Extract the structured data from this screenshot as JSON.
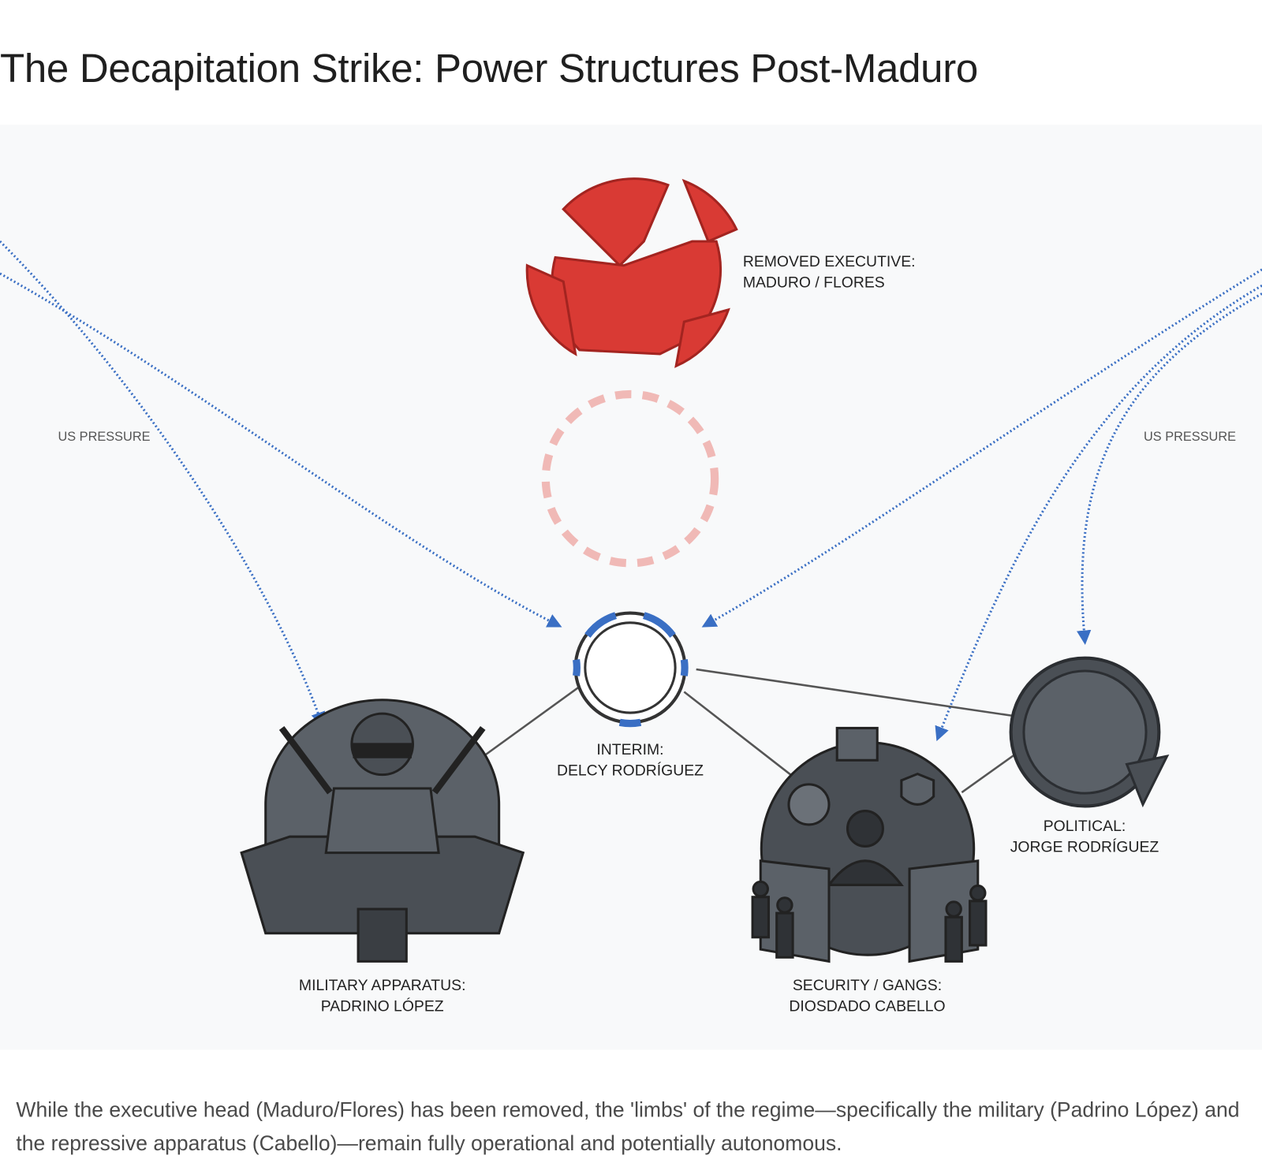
{
  "title": "The Decapitation Strike: Power Structures Post-Maduro",
  "diagram": {
    "nodes": {
      "executive": {
        "line1": "REMOVED EXECUTIVE:",
        "line2": "MADURO / FLORES",
        "icon": "shattered-circle-icon"
      },
      "interim": {
        "line1": "INTERIM:",
        "line2": "DELCY RODRÍGUEZ",
        "icon": "ring-icon"
      },
      "military": {
        "line1": "MILITARY APPARATUS:",
        "line2": "PADRINO LÓPEZ",
        "icon": "fortress-soldier-icon"
      },
      "security": {
        "line1": "SECURITY / GANGS:",
        "line2": "DIOSDADO CABELLO",
        "icon": "surveillance-dome-icon"
      },
      "political": {
        "line1": "POLITICAL:",
        "line2": "JORGE RODRÍGUEZ",
        "icon": "broken-gear-circle-icon"
      }
    },
    "pressure_left": "US PRESSURE",
    "pressure_right": "US PRESSURE",
    "colors": {
      "red": "#d93a34",
      "blue": "#3a6fc4",
      "dark": "#4a4f55",
      "pink": "#f3c9c7"
    }
  },
  "caption": "While the executive head (Maduro/Flores) has been removed, the 'limbs' of the regime—specifically the military (Padrino López) and the repressive apparatus (Cabello)—remain fully operational and potentially autonomous."
}
